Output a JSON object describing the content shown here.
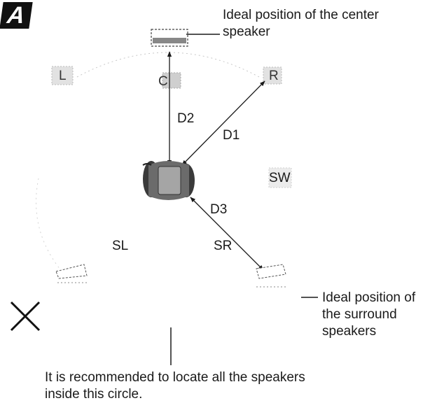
{
  "badge": "A",
  "labels": {
    "L": "L",
    "C": "C",
    "R": "R",
    "SW": "SW",
    "SL": "SL",
    "SR": "SR",
    "D1": "D1",
    "D2": "D2",
    "D3": "D3",
    "X": "✕"
  },
  "notes": {
    "center": "Ideal position of the center\nspeaker",
    "surround": "Ideal position of\nthe surround\nspeakers",
    "circle": "It is recommended to locate all the speakers\ninside this circle."
  },
  "icons": [
    "center-speaker-icon",
    "listener-seat-icon",
    "surround-left-speaker-icon",
    "surround-right-speaker-icon",
    "cross-mark-icon"
  ],
  "colors": {
    "ink": "#1a1a1a",
    "seat_fill": "#9a9a9a",
    "seat_dark": "#3a3a3a",
    "speaker_gray": "#bdbdbd"
  }
}
